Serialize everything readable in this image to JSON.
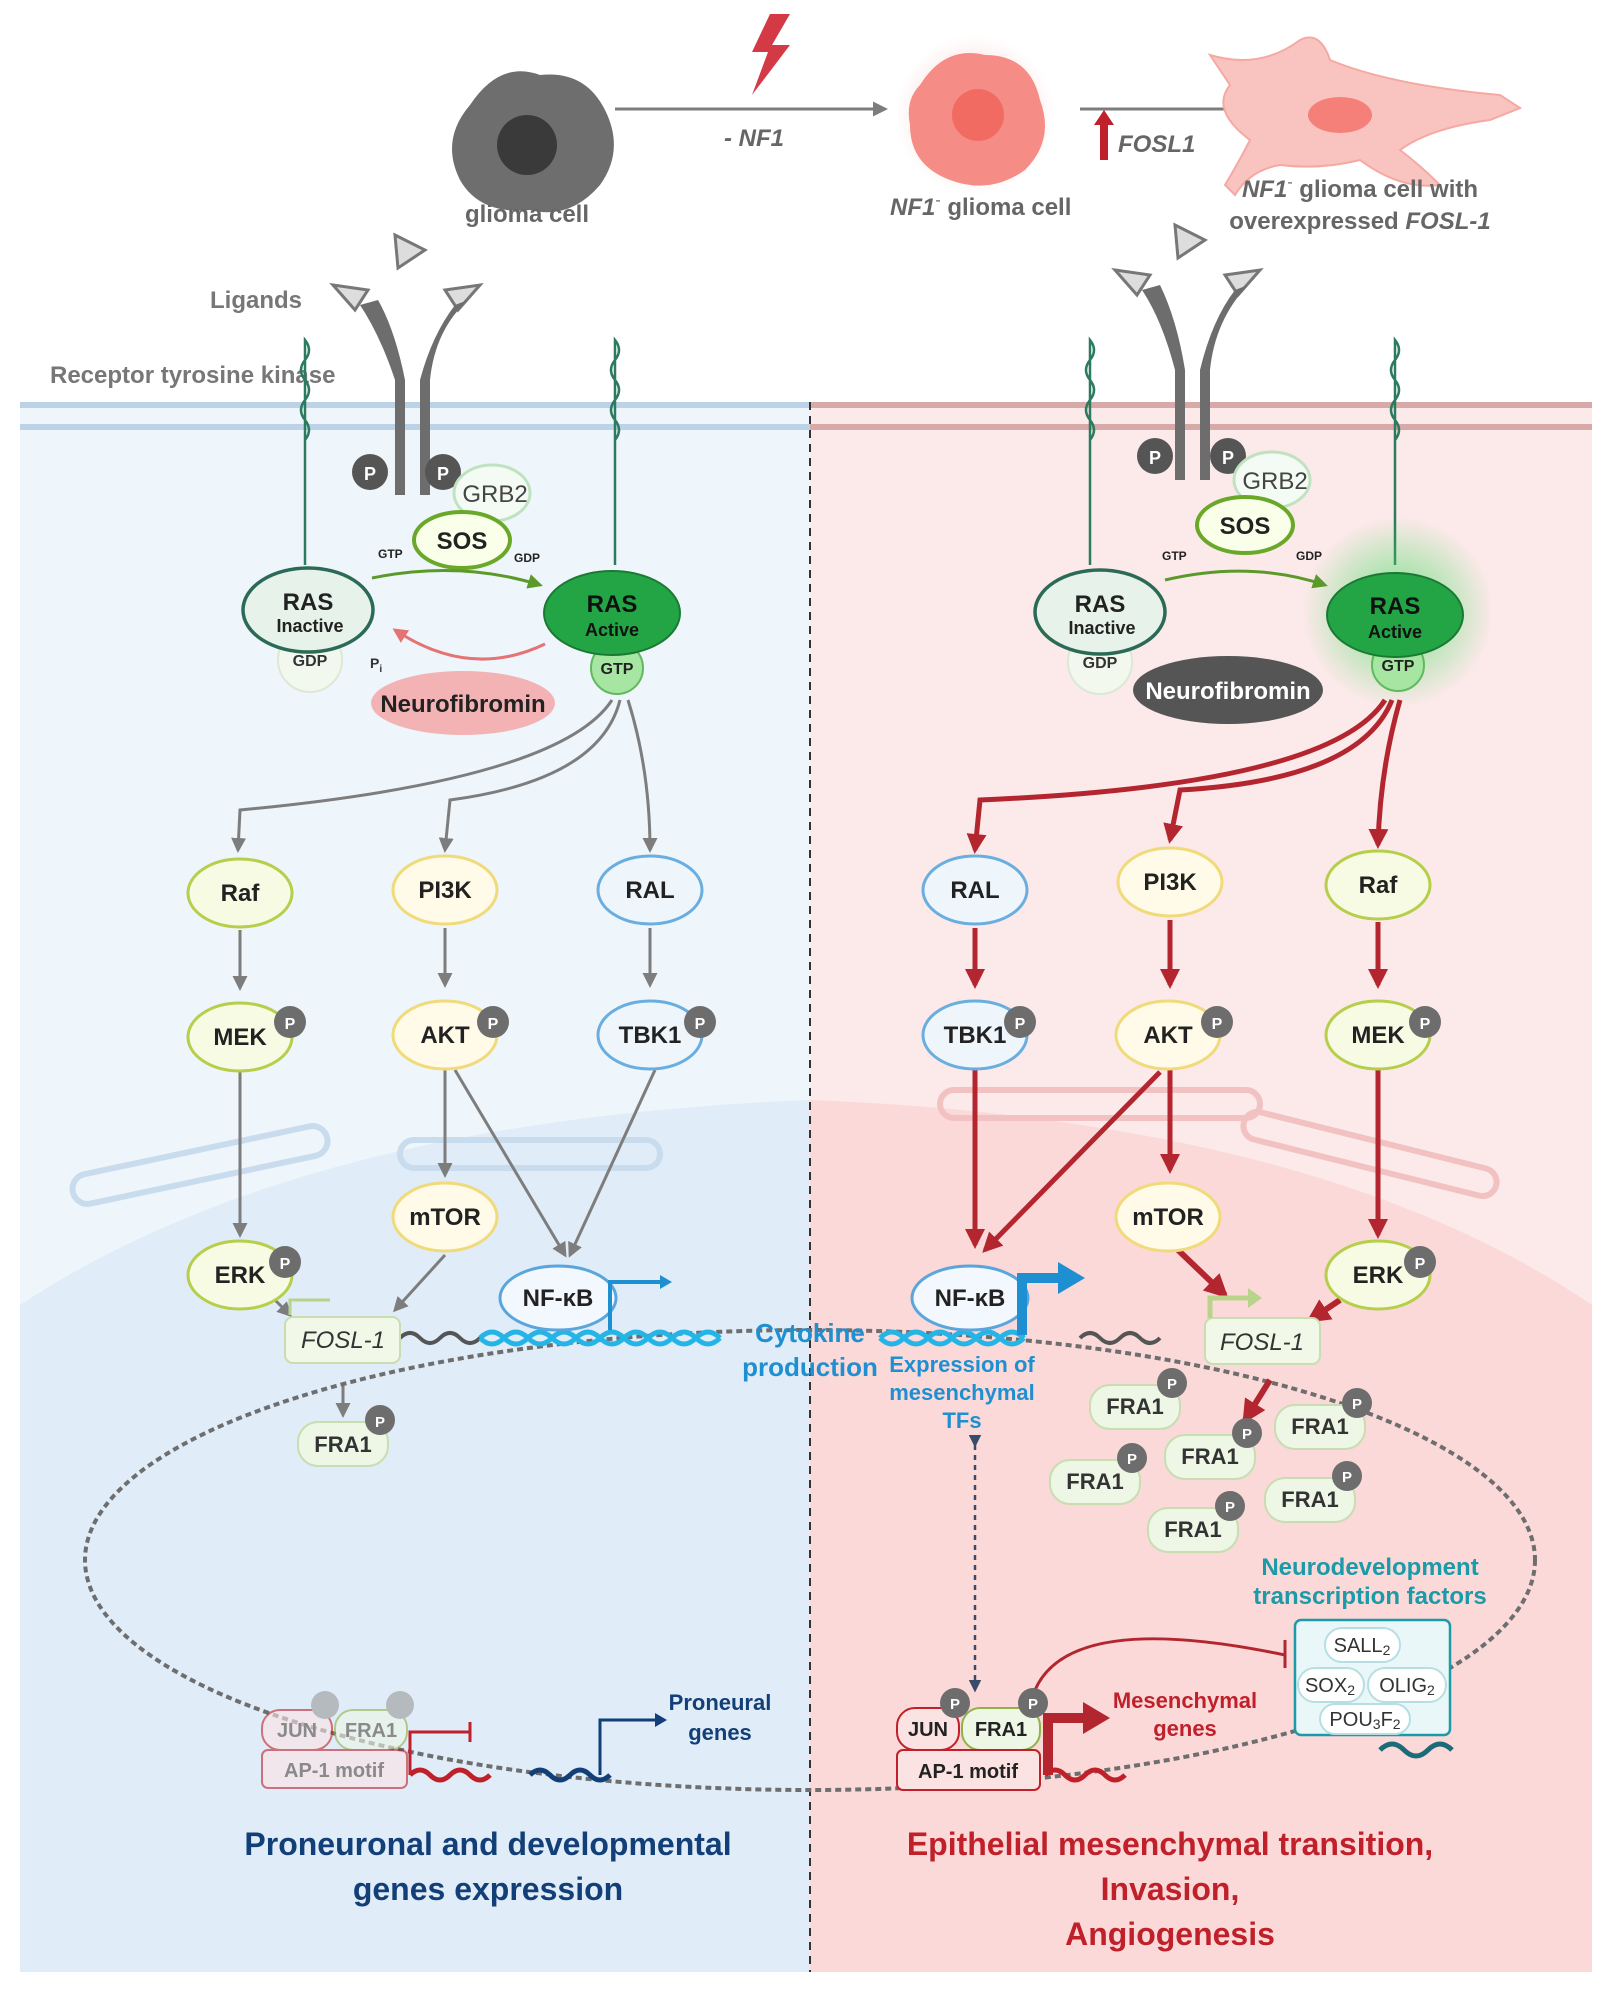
{
  "top": {
    "glioma_cell": "glioma cell",
    "nf1_loss": "- NF1",
    "nf1_cell": "NF1",
    "nf1_cell_sup": "-",
    "nf1_cell_rest": " glioma cell",
    "fosl1_up": "FOSL1",
    "final_line1_a": "NF1",
    "final_line1_sup": "-",
    "final_line1_b": " glioma cell with",
    "final_line2_a": "overexpressed ",
    "final_line2_b": "FOSL-1"
  },
  "labels": {
    "ligands": "Ligands",
    "rtk": "Receptor tyrosine kinase",
    "p": "P",
    "pi": "P",
    "pi_sub": "i"
  },
  "left": {
    "grb2": "GRB2",
    "sos": "SOS",
    "gtp_small": "GTP",
    "gdp_small": "GDP",
    "ras_inactive_1": "RAS",
    "ras_inactive_2": "Inactive",
    "ras_active_1": "RAS",
    "ras_active_2": "Active",
    "gdp": "GDP",
    "gtp": "GTP",
    "neurofibromin": "Neurofibromin",
    "raf": "Raf",
    "pi3k": "PI3K",
    "ral": "RAL",
    "mek": "MEK",
    "akt": "AKT",
    "tbk1": "TBK1",
    "mtor": "mTOR",
    "erk": "ERK",
    "nfkb": "NF-κB",
    "fosl1": "FOSL-1",
    "fra1": "FRA1",
    "cytokine_1": "Cytokine",
    "cytokine_2": "production",
    "jun": "JUN",
    "ap1": "AP-1 motif",
    "proneural_1": "Proneural",
    "proneural_2": "genes",
    "outcome_1": "Proneuronal and  developmental",
    "outcome_2": "genes expression"
  },
  "right": {
    "grb2": "GRB2",
    "sos": "SOS",
    "gtp_small": "GTP",
    "gdp_small": "GDP",
    "ras_inactive_1": "RAS",
    "ras_inactive_2": "Inactive",
    "ras_active_1": "RAS",
    "ras_active_2": "Active",
    "gdp": "GDP",
    "gtp": "GTP",
    "neurofibromin": "Neurofibromin",
    "ral": "RAL",
    "pi3k": "PI3K",
    "raf": "Raf",
    "tbk1": "TBK1",
    "akt": "AKT",
    "mek": "MEK",
    "mtor": "mTOR",
    "erk": "ERK",
    "nfkb": "NF-κB",
    "fosl1": "FOSL-1",
    "fra1": "FRA1",
    "expr_1": "Expression of",
    "expr_2": "mesenchymal",
    "expr_3": "TFs",
    "neurodev_1": "Neurodevelopment",
    "neurodev_2": "transcription factors",
    "sall2": "SALL",
    "sox2": "SOX",
    "olig2": "OLIG",
    "pou3f2_a": "POU",
    "pou3f2_b": "F",
    "sub2": "2",
    "sub3": "3",
    "jun": "JUN",
    "ap1": "AP-1 motif",
    "mes_1": "Mesenchymal",
    "mes_2": "genes",
    "outcome_1": "Epithelial mesenchymal transition,",
    "outcome_2": "Invasion,",
    "outcome_3": "Angiogenesis"
  },
  "colors": {
    "left_bg": "#eef5fb",
    "right_bg": "#fbe6e6",
    "grey_arrow": "#7d7d7d",
    "red_arrow": "#b3262f",
    "blue_text": "#1e8fd0",
    "navy_text": "#123f78",
    "red_text": "#c0202a",
    "teal_text": "#1b9aa8"
  }
}
